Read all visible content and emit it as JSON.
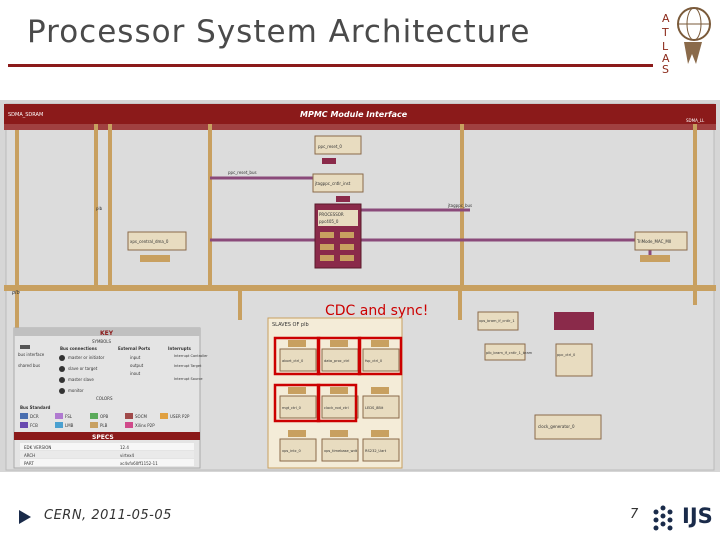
{
  "slide": {
    "title": "Processor System Architecture",
    "footer_date": "CERN, 2011-05-05",
    "page_number": "7",
    "logo_letters": [
      "A",
      "T",
      "L",
      "A",
      "S"
    ],
    "ijs_text": "IJS"
  },
  "diagram": {
    "header_title": "MPMC Module Interface",
    "header_left_tag": "SDMA_SDRAM",
    "header_right_tag": "SDMA_LL",
    "callout": "CDC and sync!",
    "plb_label": "plb",
    "plb_upper_label": "plb",
    "processor_label": "PROCESSOR",
    "processor_name": "ppc405_0",
    "reset_block": "ppc_reset_0",
    "jtag_block": "jtagppc_cntlr_inst",
    "left_block": "xps_central_dma_0",
    "right_block": "TriMode_MAC_MII",
    "rst_bus": "ppc_reset_bus",
    "jtag_bus": "jtagppc_bus",
    "slaves_title": "SLAVES OF plb",
    "slave_blocks": [
      "abort_ctrl_0",
      "data_proc_ctrl",
      "fsp_ctrl_0",
      "mgt_ctrl_0",
      "clock_rod_ctrl",
      "LEDS_8Bit",
      "xps_intc_0",
      "xps_timebase_wdt",
      "RS232_Uart"
    ],
    "right_blocks": [
      "xps_bram_if_cntlr_1",
      "plb_bram_if_cntlr_1_bram",
      "ppc_ctrl_0",
      "clock_generator_0"
    ],
    "key": {
      "title": "KEY",
      "symbols_title": "SYMBOLS",
      "bus_connections": "Bus connections",
      "external_ports": "External Ports",
      "interrupts": "Interrupts",
      "bus_interface": "bus interface",
      "shared_bus": "shared bus",
      "master_or_initiator": "master or initiator",
      "slave_or_target": "slave or target",
      "master_slave": "master slave",
      "monitor": "monitor",
      "input": "input",
      "output": "output",
      "inout": "inout",
      "interrupt_controller": "Interrupt Controller",
      "interrupt_target": "Interrupt Target",
      "interrupt_source": "Interrupt Source",
      "colors_title": "COLORS",
      "bus_standard": "Bus Standard",
      "colors": [
        {
          "name": "DCR",
          "color": "#4a6fb0"
        },
        {
          "name": "FSL",
          "color": "#b07ad0"
        },
        {
          "name": "OPB",
          "color": "#5aaa5a"
        },
        {
          "name": "SOCM",
          "color": "#a04a4a"
        },
        {
          "name": "USER P2P",
          "color": "#e0a040"
        },
        {
          "name": "FCB",
          "color": "#6a4ab0"
        },
        {
          "name": "LMB",
          "color": "#4aa0d0"
        },
        {
          "name": "PLB",
          "color": "#c8a060"
        },
        {
          "name": "Xilinx P2P",
          "color": "#d04a8a"
        }
      ],
      "specs_title": "SPECS",
      "specs": [
        {
          "k": "EDK VERSION",
          "v": "12.4"
        },
        {
          "k": "ARCH",
          "v": "virtex4"
        },
        {
          "k": "PART",
          "v": "xc4vfx60ff1152-11"
        }
      ]
    }
  }
}
